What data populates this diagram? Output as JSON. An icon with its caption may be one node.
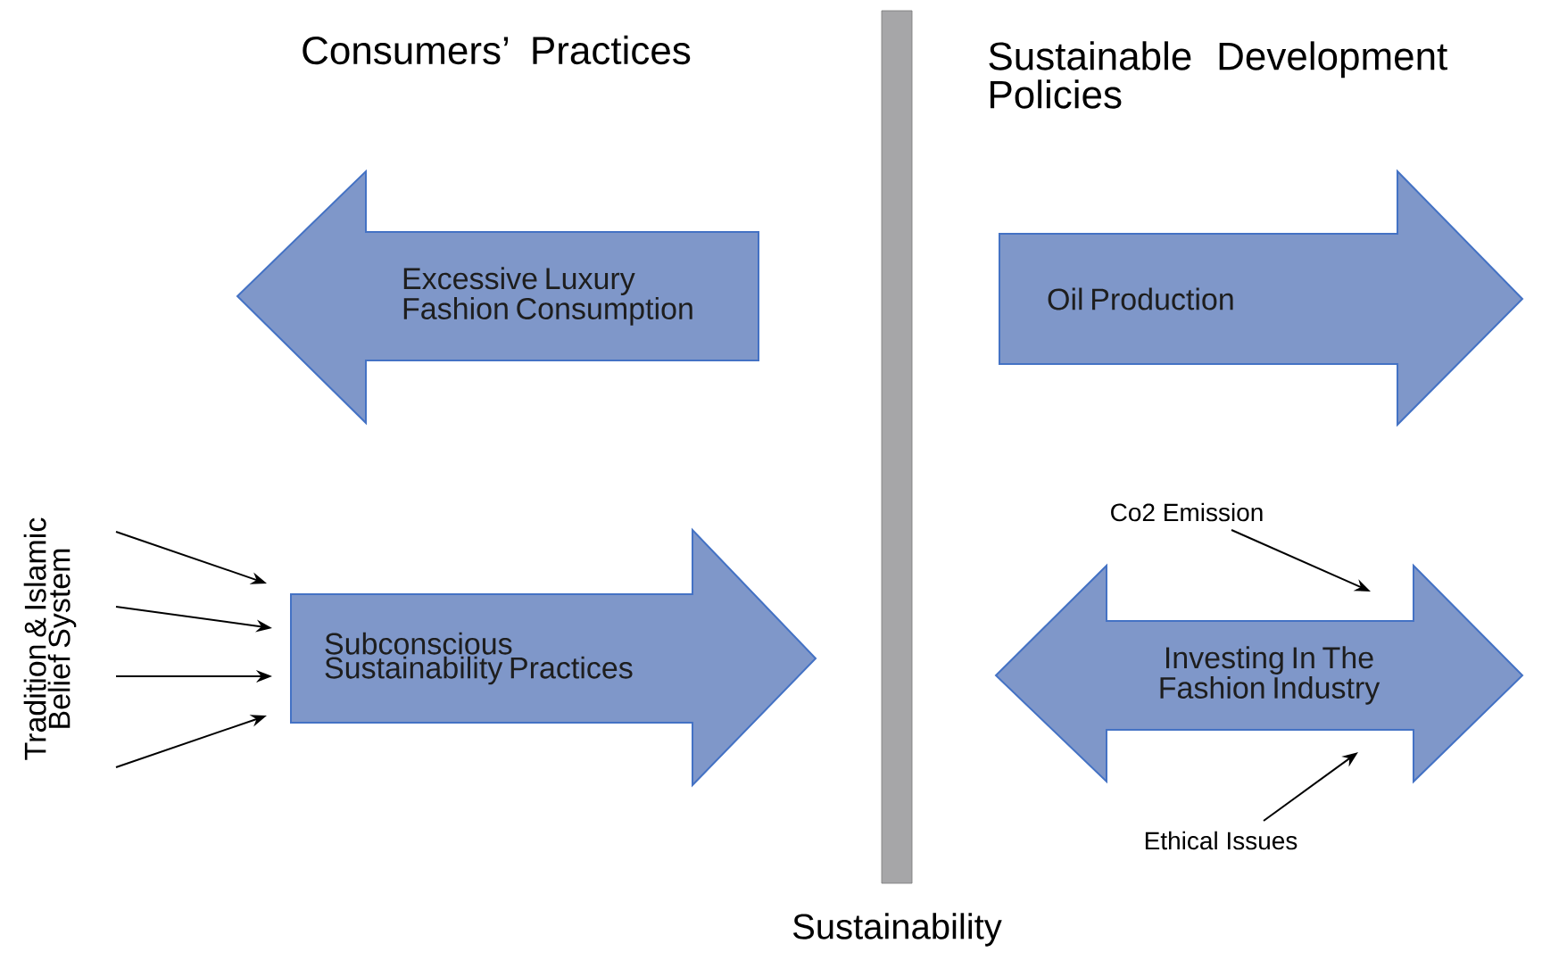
{
  "diagram": {
    "nodes": [
      {
        "text": [
          "Excessive Luxury Fashion Consumption"
        ]
      },
      {
        "text": [
          "Oil Production"
        ]
      },
      {
        "text": [
          "Tradition & Islamic Belief System"
        ]
      },
      {
        "text": [
          "Subconscious Sustainability Practices"
        ]
      },
      {
        "text": [
          "Co2 Emission"
        ]
      },
      {
        "text": [
          "Investing In The Fashion Industry"
        ]
      },
      {
        "text": [
          "Ethical Issues"
        ]
      },
      {
        "text": [],
        "shape": "bar",
        "beside": [
          "Sustainability"
        ]
      }
    ],
    "edges": [
      {
        "from": 2,
        "to": 3,
        "arrow": "to"
      },
      {
        "from": 2,
        "to": 3,
        "arrow": "to"
      },
      {
        "from": 2,
        "to": 3,
        "arrow": "to"
      },
      {
        "from": 2,
        "to": 3,
        "arrow": "to"
      },
      {
        "from": 4,
        "to": 5,
        "arrow": "to"
      },
      {
        "from": 6,
        "to": 5,
        "arrow": "to"
      }
    ],
    "labels": [
      "Consumers’ Practices",
      "Sustainable Development Policies"
    ]
  }
}
